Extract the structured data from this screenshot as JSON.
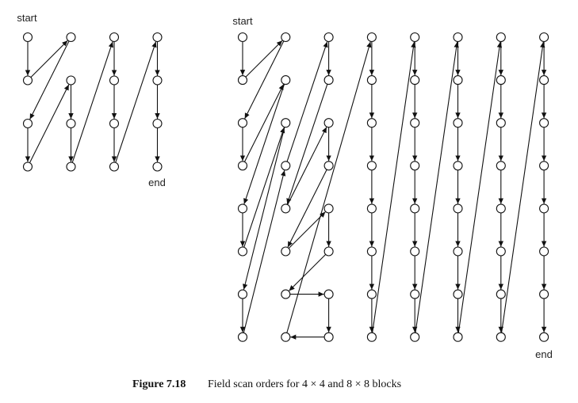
{
  "diagram_4x4": {
    "start_label": "start",
    "end_label": "end",
    "grid": [
      4,
      4
    ],
    "scan_order": [
      [
        0,
        0
      ],
      [
        0,
        1
      ],
      [
        1,
        0
      ],
      [
        0,
        2
      ],
      [
        0,
        3
      ],
      [
        1,
        1
      ],
      [
        1,
        2
      ],
      [
        1,
        3
      ],
      [
        2,
        0
      ],
      [
        2,
        1
      ],
      [
        2,
        2
      ],
      [
        2,
        3
      ],
      [
        3,
        0
      ],
      [
        3,
        1
      ],
      [
        3,
        2
      ],
      [
        3,
        3
      ]
    ]
  },
  "diagram_8x8": {
    "start_label": "start",
    "end_label": "end",
    "grid": [
      8,
      8
    ],
    "scan_order": [
      [
        0,
        0
      ],
      [
        0,
        1
      ],
      [
        1,
        0
      ],
      [
        0,
        2
      ],
      [
        0,
        3
      ],
      [
        1,
        1
      ],
      [
        0,
        4
      ],
      [
        0,
        5
      ],
      [
        1,
        2
      ],
      [
        0,
        6
      ],
      [
        0,
        7
      ],
      [
        1,
        3
      ],
      [
        2,
        0
      ],
      [
        2,
        1
      ],
      [
        1,
        4
      ],
      [
        2,
        2
      ],
      [
        2,
        3
      ],
      [
        1,
        5
      ],
      [
        2,
        4
      ],
      [
        2,
        5
      ],
      [
        1,
        6
      ],
      [
        2,
        6
      ],
      [
        2,
        7
      ],
      [
        1,
        7
      ],
      [
        3,
        0
      ],
      [
        3,
        1
      ],
      [
        3,
        2
      ],
      [
        3,
        3
      ],
      [
        3,
        4
      ],
      [
        3,
        5
      ],
      [
        3,
        6
      ],
      [
        3,
        7
      ],
      [
        4,
        0
      ],
      [
        4,
        1
      ],
      [
        4,
        2
      ],
      [
        4,
        3
      ],
      [
        4,
        4
      ],
      [
        4,
        5
      ],
      [
        4,
        6
      ],
      [
        4,
        7
      ],
      [
        5,
        0
      ],
      [
        5,
        1
      ],
      [
        5,
        2
      ],
      [
        5,
        3
      ],
      [
        5,
        4
      ],
      [
        5,
        5
      ],
      [
        5,
        6
      ],
      [
        5,
        7
      ],
      [
        6,
        0
      ],
      [
        6,
        1
      ],
      [
        6,
        2
      ],
      [
        6,
        3
      ],
      [
        6,
        4
      ],
      [
        6,
        5
      ],
      [
        6,
        6
      ],
      [
        6,
        7
      ],
      [
        7,
        0
      ],
      [
        7,
        1
      ],
      [
        7,
        2
      ],
      [
        7,
        3
      ],
      [
        7,
        4
      ],
      [
        7,
        5
      ],
      [
        7,
        6
      ],
      [
        7,
        7
      ]
    ]
  },
  "caption": {
    "label": "Figure 7.18",
    "text": "Field scan orders for 4 × 4 and 8 × 8 blocks"
  }
}
